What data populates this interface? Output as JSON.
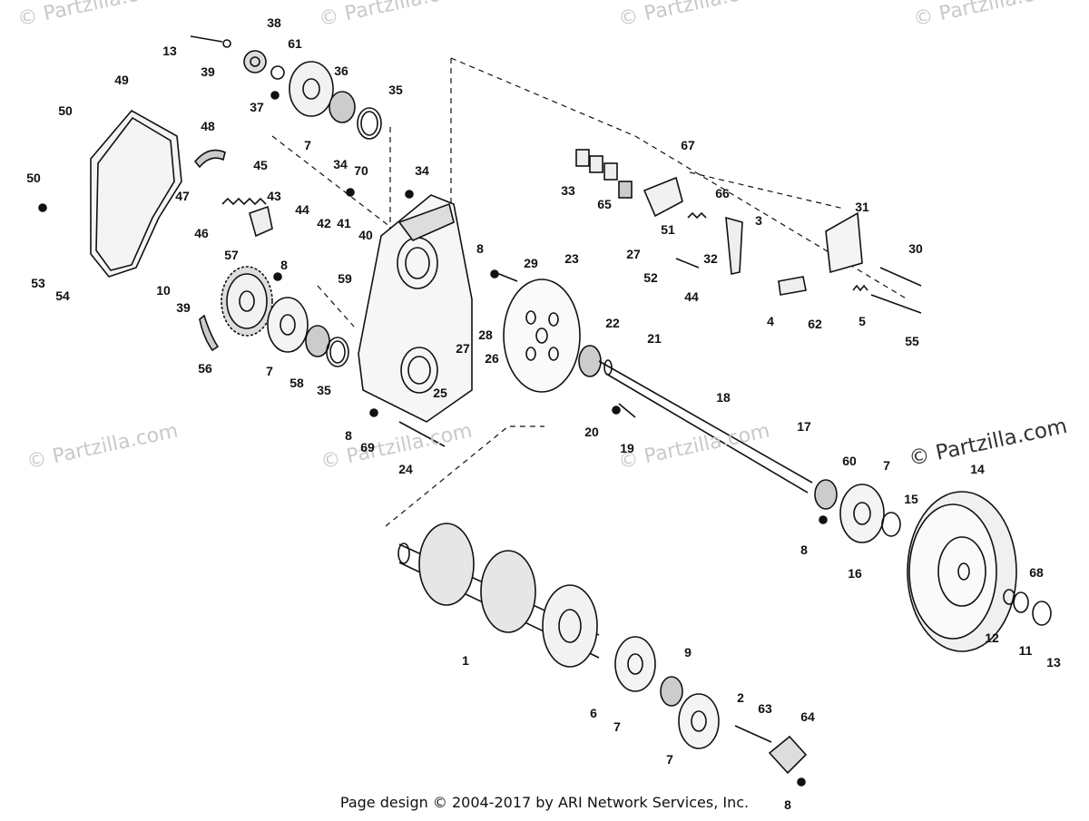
{
  "watermarks": {
    "faint": "© Partzilla.com",
    "strong": "© Partzilla.com"
  },
  "footer": "Page design © 2004-2017 by ARI Network Services, Inc.",
  "callouts": [
    "13",
    "38",
    "39",
    "61",
    "36",
    "35",
    "37",
    "7",
    "49",
    "50",
    "48",
    "50",
    "45",
    "47",
    "46",
    "43",
    "44",
    "42",
    "41",
    "40",
    "34",
    "70",
    "34",
    "53",
    "54",
    "57",
    "8",
    "10",
    "39",
    "7",
    "58",
    "35",
    "59",
    "56",
    "8",
    "29",
    "28",
    "27",
    "26",
    "23",
    "22",
    "21",
    "25",
    "69",
    "24",
    "8",
    "33",
    "67",
    "65",
    "66",
    "51",
    "27",
    "52",
    "44",
    "32",
    "3",
    "31",
    "30",
    "4",
    "62",
    "5",
    "55",
    "20",
    "19",
    "18",
    "17",
    "60",
    "7",
    "15",
    "14",
    "8",
    "16",
    "68",
    "12",
    "11",
    "13",
    "1",
    "9",
    "6",
    "7",
    "2",
    "63",
    "64",
    "7",
    "8"
  ]
}
